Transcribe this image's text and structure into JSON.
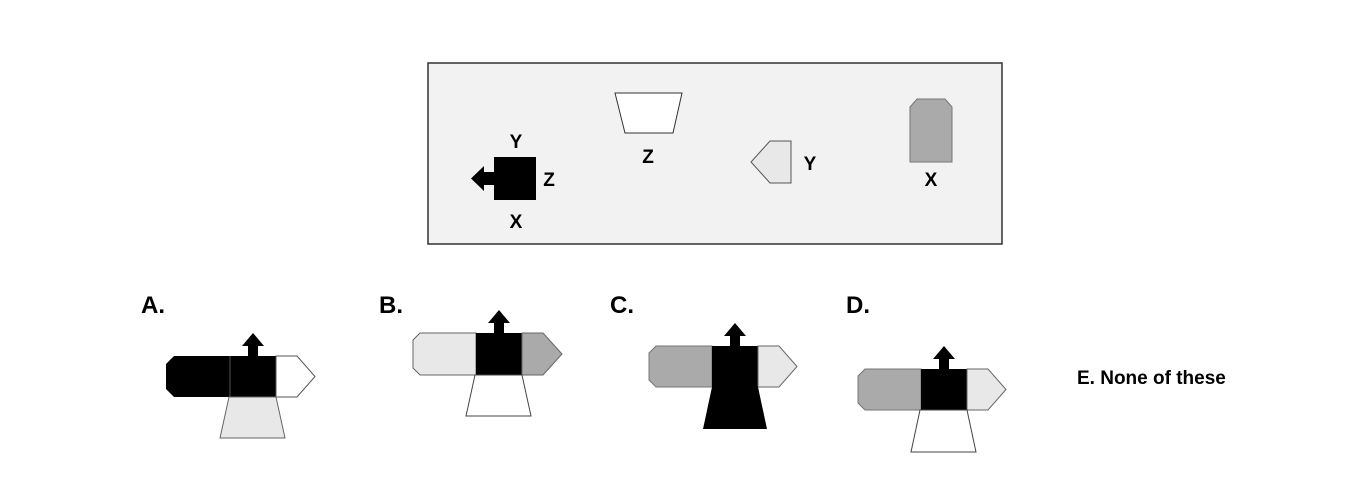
{
  "question_panel": {
    "cube_face_labels": {
      "top": "Y",
      "right": "Z",
      "bottom": "X"
    },
    "piece_labels": {
      "trapezoid": "Z",
      "pentagon": "Y",
      "rounded_tab": "X"
    }
  },
  "options": [
    {
      "label": "A."
    },
    {
      "label": "B."
    },
    {
      "label": "C."
    },
    {
      "label": "D."
    }
  ],
  "option_e": {
    "label": "E. None of these"
  },
  "colors": {
    "black": "#000000",
    "light_gray": "#e8e8e8",
    "mid_gray": "#aaaaaa",
    "white": "#ffffff",
    "panel_bg": "#f2f2f2"
  }
}
